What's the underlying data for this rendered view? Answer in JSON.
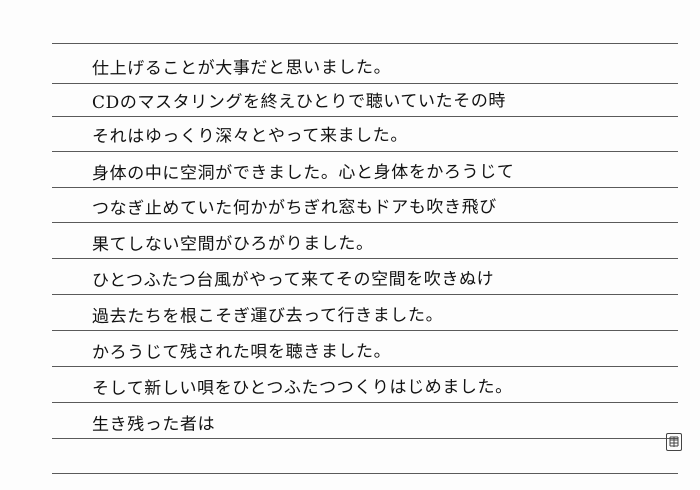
{
  "document": {
    "lines": [
      "仕上げることが大事だと思いました。",
      "CDのマスタリングを終えひとりで聴いていたその時",
      "それはゆっくり深々とやって来ました。",
      "身体の中に空洞ができました。心と身体をかろうじて",
      "つなぎ止めていた何かがちぎれ窓もドアも吹き飛び",
      "果てしない空間がひろがりました。",
      "ひとつふたつ台風がやって来てその空間を吹きぬけ",
      "過去たちを根こそぎ運び去って行きました。",
      "かろうじて残された唄を聴きました。",
      "そして新しい唄をひとつふたつつくりはじめました。",
      "生き残った者は"
    ]
  },
  "colors": {
    "paper": "#fdfdfd",
    "rule": "#5a5a5a",
    "ink": "#111111"
  },
  "icons": {
    "seal": "hanko-stamp-icon"
  }
}
